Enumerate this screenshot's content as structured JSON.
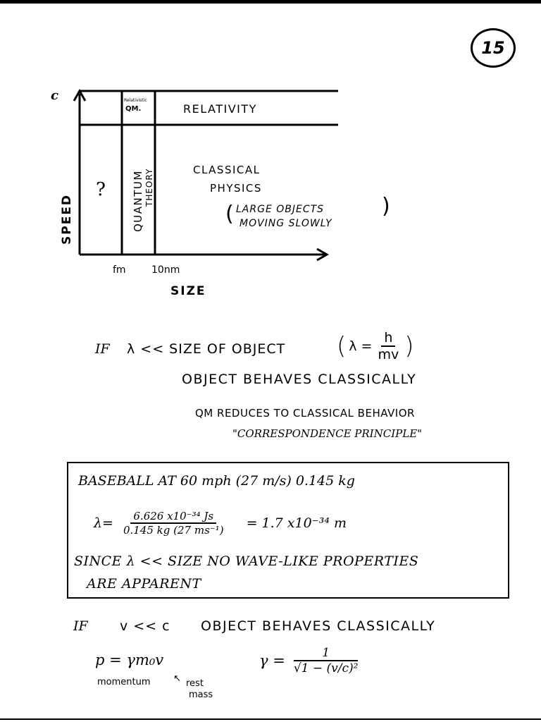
{
  "page_number": "15",
  "diagram": {
    "y_top_label": "c",
    "y_axis_label": "SPEED",
    "x_axis_label": "SIZE",
    "x_ticks": [
      "fm",
      "10nm"
    ],
    "regions": {
      "unknown": "?",
      "relativistic_qm_line1": "Relativistic",
      "relativistic_qm_line2": "QM.",
      "relativity": "RELATIVITY",
      "quantum_line1": "QUANTUM",
      "quantum_line2": "THEORY",
      "classical_line1": "CLASSICAL",
      "classical_line2": "PHYSICS",
      "classical_note_line1": "LARGE OBJECTS",
      "classical_note_line2": "MOVING SLOWLY"
    }
  },
  "statement1": {
    "if": "IF",
    "condition": "λ << SIZE OF OBJECT",
    "formula_lambda": "λ =",
    "formula_num": "h",
    "formula_den": "mv",
    "result": "OBJECT BEHAVES CLASSICALLY",
    "note_line1": "QM REDUCES TO CLASSICAL BEHAVIOR",
    "note_line2": "\"CORRESPONDENCE PRINCIPLE\""
  },
  "example": {
    "line1": "BASEBALL AT 60 mph (27 m/s) 0.145 kg",
    "lambda": "λ=",
    "num": "6.626 x10⁻³⁴ Js",
    "den": "0.145 kg (27 ms⁻¹)",
    "result": "=  1.7 x10⁻³⁴ m",
    "conclusion_line1": "SINCE λ << SIZE  NO WAVE-LIKE PROPERTIES",
    "conclusion_line2": "ARE APPARENT"
  },
  "statement2": {
    "if": "IF",
    "condition": "v << c",
    "result": "OBJECT BEHAVES CLASSICALLY",
    "momentum_eq": "p = γm₀v",
    "momentum_label": "momentum",
    "rest_mass_label_line1": "rest",
    "rest_mass_label_line2": "mass",
    "gamma_lhs": "γ =",
    "gamma_num": "1",
    "gamma_den": "√1 − (v/c)²"
  }
}
